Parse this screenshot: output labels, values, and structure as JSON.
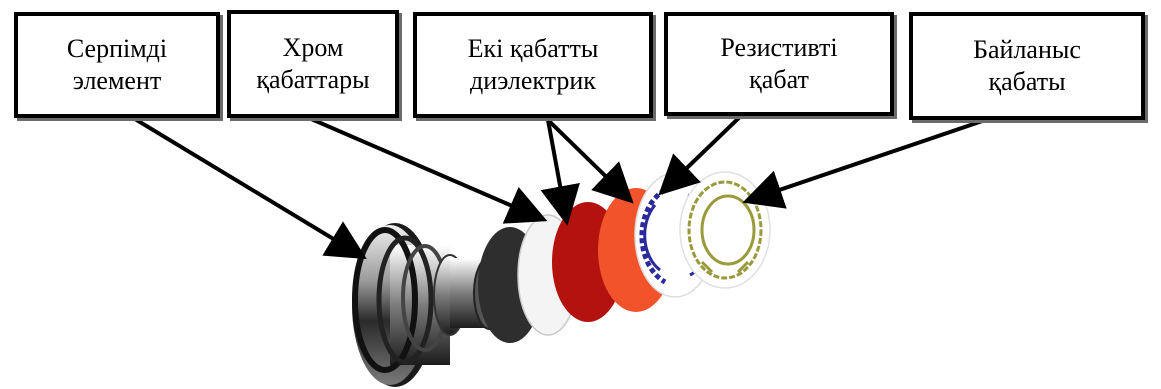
{
  "labels": {
    "spring_element": "Серпімді\nэлемент",
    "chrome_layers": "Хром\nқабаттары",
    "double_dielectric": "Екі қабатты\nдиэлектрик",
    "resistive_layer": "Резистивті\nқабат",
    "contact_layer": "Байланыс\nқабаты"
  },
  "colors": {
    "outline": "#000000",
    "dielectric_dark": "#b3120e",
    "dielectric_light": "#f2532a",
    "resistive_pattern": "#2a2a9c",
    "contact_pattern": "#9a9a3c",
    "metal_dark": "#222222",
    "metal_light": "#e8e8e8"
  }
}
